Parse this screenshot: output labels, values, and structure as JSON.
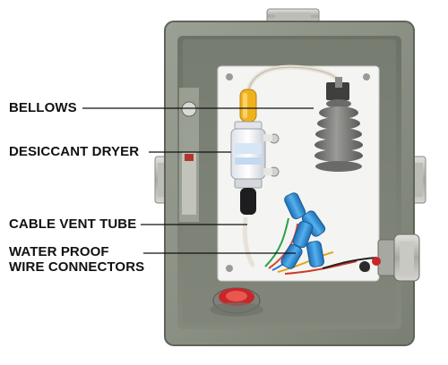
{
  "photo": {
    "labels": {
      "bellows": "BELLOWS",
      "desiccant_dryer": "DESICCANT DRYER",
      "cable_vent_tube": "CABLE VENT TUBE",
      "water_proof_line1": "WATER PROOF",
      "water_proof_line2": "WIRE CONNECTORS"
    },
    "colors": {
      "background": "#ffffff",
      "enclosure": "#8e9387",
      "enclosure_dark": "#5f6459",
      "backplate": "#f4f4f2",
      "bellows": "#7c7c7a",
      "dryer_cap": "#f0b21c",
      "connectors": "#2f8fd6",
      "gland_red": "#c8262a",
      "label_text": "#111111"
    }
  }
}
